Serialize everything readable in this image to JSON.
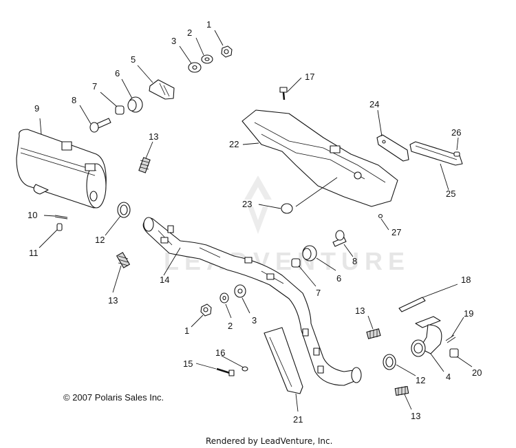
{
  "callouts": {
    "c1a": "1",
    "c2a": "2",
    "c3a": "3",
    "c5": "5",
    "c6a": "6",
    "c7a": "7",
    "c8a": "8",
    "c9": "9",
    "c13a": "13",
    "c17": "17",
    "c22": "22",
    "c24": "24",
    "c26": "26",
    "c25": "25",
    "c23": "23",
    "c27": "27",
    "c10": "10",
    "c11": "11",
    "c12a": "12",
    "c13b": "13",
    "c14": "14",
    "c8b": "8",
    "c6b": "6",
    "c7b": "7",
    "c18": "18",
    "c13c": "13",
    "c19": "19",
    "c1b": "1",
    "c2b": "2",
    "c3b": "3",
    "c16": "16",
    "c15": "15",
    "c12b": "12",
    "c4": "4",
    "c20": "20",
    "c13d": "13",
    "c21": "21"
  },
  "copyright": "© 2007 Polaris Sales Inc.",
  "footer": "Rendered by LeadVenture, Inc.",
  "watermark": "LEADVENTURE"
}
